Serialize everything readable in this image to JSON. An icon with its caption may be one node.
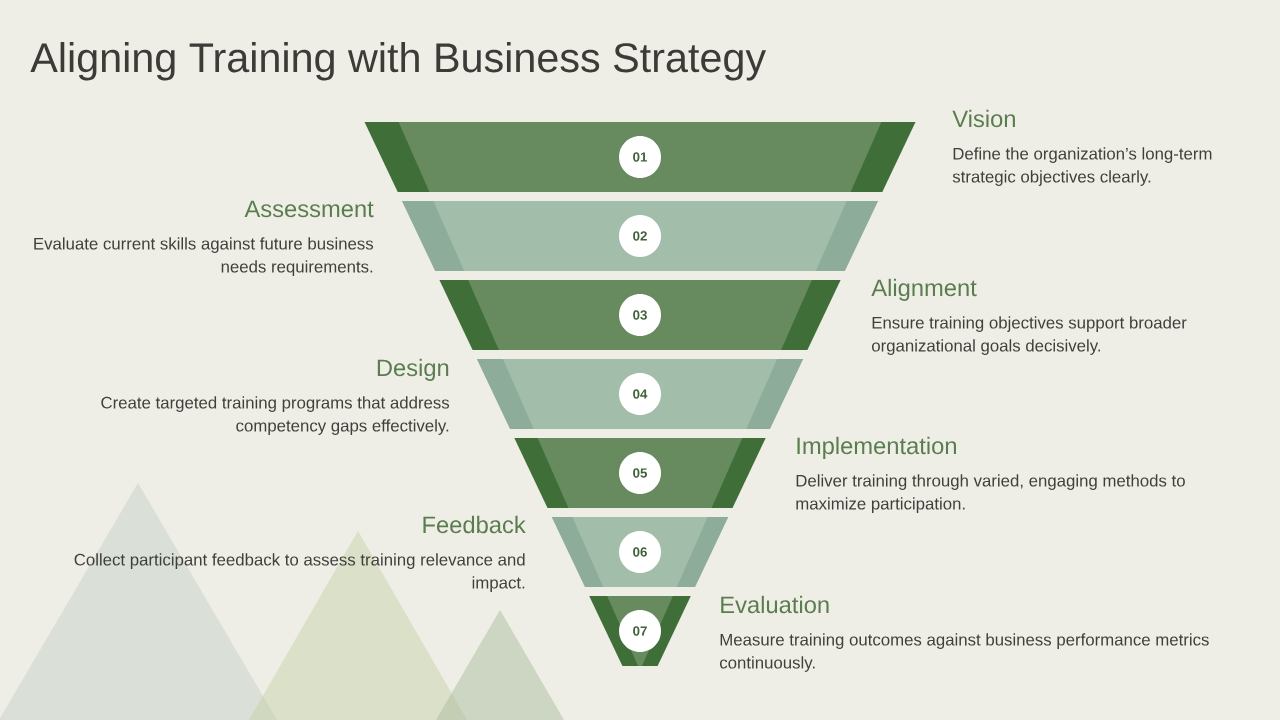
{
  "diagram": {
    "title": "Aligning Training with Business Strategy",
    "nodes": [
      {
        "text": [],
        "shape": "trapezoid",
        "beside": [
          "Vision",
          "Define the organization’s long-term strategic objectives clearly."
        ]
      },
      {
        "text": [
          "01"
        ],
        "in": 0
      },
      {
        "text": [],
        "shape": "trapezoid",
        "beside": [
          "Assessment",
          "Evaluate current skills against future business needs requirements."
        ]
      },
      {
        "text": [
          "02"
        ],
        "in": 2
      },
      {
        "text": [],
        "shape": "trapezoid",
        "beside": [
          "Alignment",
          "Ensure training objectives support broader organizational goals decisively."
        ]
      },
      {
        "text": [
          "03"
        ],
        "in": 4
      },
      {
        "text": [],
        "shape": "trapezoid",
        "beside": [
          "Design",
          "Create targeted training programs that address competency gaps effectively."
        ]
      },
      {
        "text": [
          "04"
        ],
        "in": 6
      },
      {
        "text": [],
        "shape": "trapezoid",
        "beside": [
          "Implementation",
          "Deliver training through varied, engaging methods to maximize participation."
        ]
      },
      {
        "text": [
          "05"
        ],
        "in": 8
      },
      {
        "text": [],
        "shape": "trapezoid",
        "beside": [
          "Feedback",
          "Collect participant feedback to assess training relevance and impact."
        ]
      },
      {
        "text": [
          "06"
        ],
        "in": 10
      },
      {
        "text": [],
        "shape": "trapezoid",
        "beside": [
          "Evaluation",
          "Measure training outcomes against business performance metrics continuously."
        ]
      },
      {
        "text": [
          "07"
        ],
        "in": 12
      }
    ]
  }
}
